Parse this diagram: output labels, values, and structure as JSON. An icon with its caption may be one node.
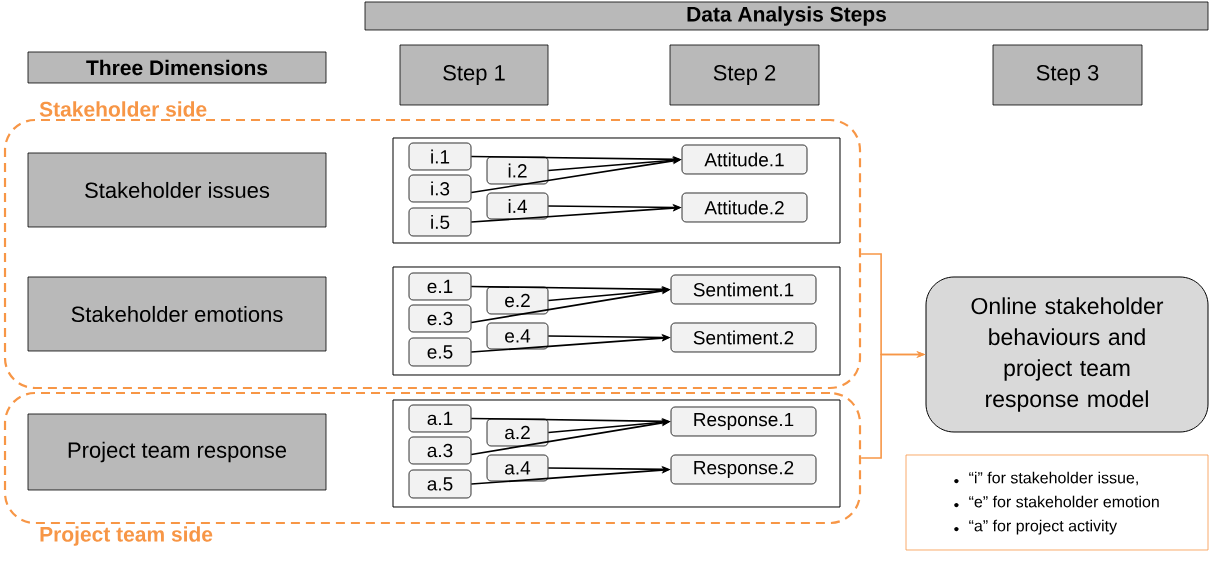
{
  "diagram": {
    "nodes": [
      {
        "text": [
          "Data Analysis Steps"
        ]
      },
      {
        "text": [
          "Three Dimensions"
        ]
      },
      {
        "text": [
          "Step 1"
        ]
      },
      {
        "text": [
          "Step 2"
        ]
      },
      {
        "text": [
          "Step 3"
        ]
      },
      {
        "text": [
          "Stakeholder side"
        ]
      },
      {
        "text": [
          "Stakeholder issues"
        ],
        "in": 5
      },
      {
        "text": [],
        "shape": "box",
        "in": 5
      },
      {
        "text": [
          "i.1"
        ],
        "in": 7
      },
      {
        "text": [
          "i.2"
        ],
        "in": 7
      },
      {
        "text": [
          "i.3"
        ],
        "in": 7
      },
      {
        "text": [
          "i.4"
        ],
        "in": 7
      },
      {
        "text": [
          "i.5"
        ],
        "in": 7
      },
      {
        "text": [
          "Attitude.1"
        ],
        "in": 7
      },
      {
        "text": [
          "Attitude.2"
        ],
        "in": 7
      },
      {
        "text": [
          "Stakeholder emotions"
        ],
        "in": 5
      },
      {
        "text": [],
        "shape": "box",
        "in": 5
      },
      {
        "text": [
          "e.1"
        ],
        "in": 16
      },
      {
        "text": [
          "e.2"
        ],
        "in": 16
      },
      {
        "text": [
          "e.3"
        ],
        "in": 16
      },
      {
        "text": [
          "e.4"
        ],
        "in": 16
      },
      {
        "text": [
          "e.5"
        ],
        "in": 16
      },
      {
        "text": [
          "Sentiment.1"
        ],
        "in": 16
      },
      {
        "text": [
          "Sentiment.2"
        ],
        "in": 16
      },
      {
        "text": [
          "Project team side"
        ]
      },
      {
        "text": [
          "Project team response"
        ],
        "in": 24
      },
      {
        "text": [],
        "shape": "box",
        "in": 24
      },
      {
        "text": [
          "a.1"
        ],
        "in": 26
      },
      {
        "text": [
          "a.2"
        ],
        "in": 26
      },
      {
        "text": [
          "a.3"
        ],
        "in": 26
      },
      {
        "text": [
          "a.4"
        ],
        "in": 26
      },
      {
        "text": [
          "a.5"
        ],
        "in": 26
      },
      {
        "text": [
          "Response.1"
        ],
        "in": 26
      },
      {
        "text": [
          "Response.2"
        ],
        "in": 26
      },
      {
        "text": [
          "Online stakeholder behaviours and project team response model"
        ]
      },
      {
        "text": [
          "“i” for stakeholder issue,",
          "“e” for stakeholder emotion",
          "“a” for project activity"
        ]
      }
    ],
    "edges": [
      {
        "from": 8,
        "to": 13,
        "arrow": "to"
      },
      {
        "from": 9,
        "to": 13,
        "arrow": "to"
      },
      {
        "from": 10,
        "to": 13,
        "arrow": "to"
      },
      {
        "from": 11,
        "to": 14,
        "arrow": "to"
      },
      {
        "from": 12,
        "to": 14,
        "arrow": "to"
      },
      {
        "from": 17,
        "to": 22,
        "arrow": "to"
      },
      {
        "from": 18,
        "to": 22,
        "arrow": "to"
      },
      {
        "from": 19,
        "to": 22,
        "arrow": "to"
      },
      {
        "from": 20,
        "to": 23,
        "arrow": "to"
      },
      {
        "from": 21,
        "to": 23,
        "arrow": "to"
      },
      {
        "from": 27,
        "to": 32,
        "arrow": "to"
      },
      {
        "from": 28,
        "to": 32,
        "arrow": "to"
      },
      {
        "from": 29,
        "to": 32,
        "arrow": "to"
      },
      {
        "from": 30,
        "to": 33,
        "arrow": "to"
      },
      {
        "from": 31,
        "to": 33,
        "arrow": "to"
      },
      {
        "from": 5,
        "to": 34,
        "arrow": "to",
        "color": "#f79646"
      },
      {
        "from": 24,
        "to": 34,
        "arrow": "to",
        "color": "#f79646"
      }
    ]
  }
}
